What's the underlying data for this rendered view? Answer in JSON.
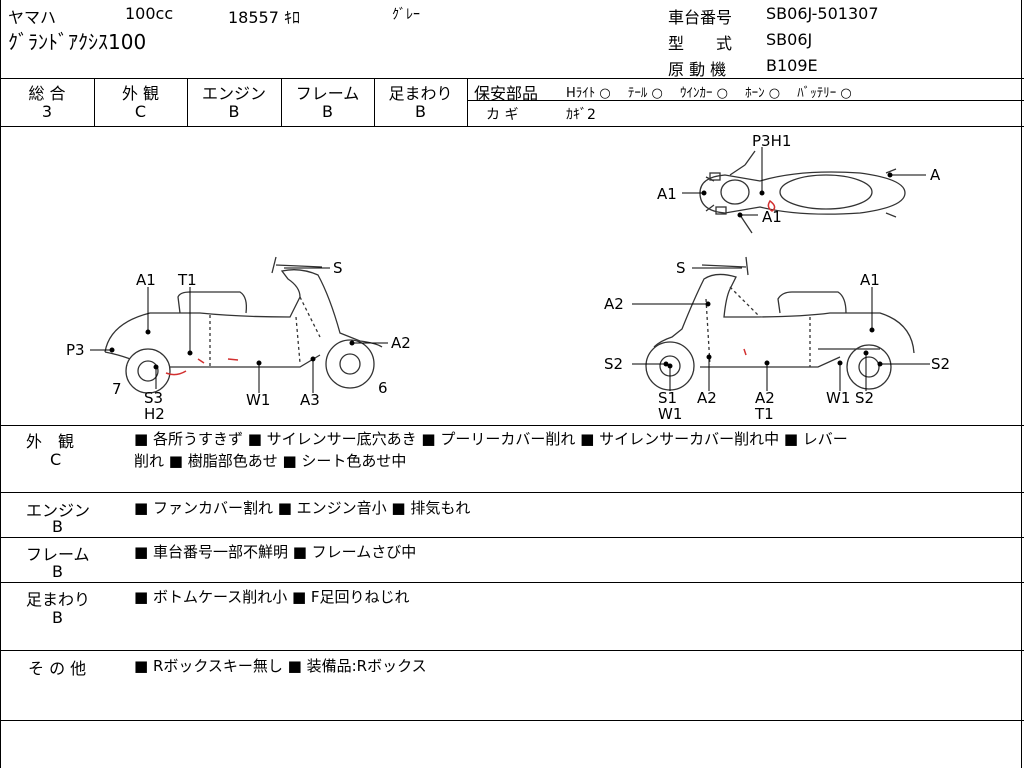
{
  "header": {
    "maker": "ヤマハ",
    "cc": "100cc",
    "mileage": "18557 ｷﾛ",
    "color": "ｸﾞﾚｰ",
    "model_name": "ｸﾞﾗﾝﾄﾞｱｸｼｽ100",
    "frame_no_label": "車台番号",
    "frame_no": "SB06J-501307",
    "type_label": "型　　式",
    "type": "SB06J",
    "engine_label": "原 動 機",
    "engine": "B109E"
  },
  "grades": [
    {
      "label": "総 合",
      "value": "3"
    },
    {
      "label": "外 観",
      "value": "C"
    },
    {
      "label": "エンジン",
      "value": "B"
    },
    {
      "label": "フレーム",
      "value": "B"
    },
    {
      "label": "足まわり",
      "value": "B"
    }
  ],
  "safety": {
    "label": "保安部品",
    "items": "Hﾗｲﾄ ○　 ﾃｰﾙ ○　 ｳｲﾝｶｰ ○　 ﾎｰﾝ ○　 ﾊﾞｯﾃﾘｰ ○",
    "key_label": "カ ギ",
    "key_value": "ｶｷﾞ2"
  },
  "diagram_labels": {
    "top_p3h1": "P3H1",
    "top_a1_left": "A1",
    "top_a1_bottom": "A1",
    "top_a": "A",
    "left_a1": "A1",
    "left_t1": "T1",
    "left_s": "S",
    "left_a2": "A2",
    "left_p3": "P3",
    "left_7": "7",
    "left_s3": "S3",
    "left_h2": "H2",
    "left_w1": "W1",
    "left_a3": "A3",
    "left_6": "6",
    "right_s": "S",
    "right_a1": "A1",
    "right_a2_top": "A2",
    "right_s2_left": "S2",
    "right_s2_right": "S2",
    "right_s1": "S1",
    "right_w1_left": "W1",
    "right_a2_bottom": "A2",
    "right_a2_mid": "A2",
    "right_t1": "T1",
    "right_w1_right": "W1",
    "right_s2_bottom": "S2"
  },
  "sections": [
    {
      "label": "外　観",
      "grade": "C",
      "line1": "■ 各所うすきず ■ サイレンサー底穴あき ■ プーリーカバー削れ ■ サイレンサーカバー削れ中 ■ レバー",
      "line2": "削れ ■ 樹脂部色あせ ■ シート色あせ中"
    },
    {
      "label": "エンジン",
      "grade": "B",
      "line1": "■ ファンカバー割れ ■ エンジン音小 ■ 排気もれ",
      "line2": ""
    },
    {
      "label": "フレーム",
      "grade": "B",
      "line1": "■ 車台番号一部不鮮明 ■ フレームさび中",
      "line2": ""
    },
    {
      "label": "足まわり",
      "grade": "B",
      "line1": "■ ボトムケース削れ小 ■ F足回りねじれ",
      "line2": ""
    },
    {
      "label": "そ の 他",
      "grade": "",
      "line1": "■ Rボックスキー無し ■ 装備品:Rボックス",
      "line2": ""
    }
  ]
}
